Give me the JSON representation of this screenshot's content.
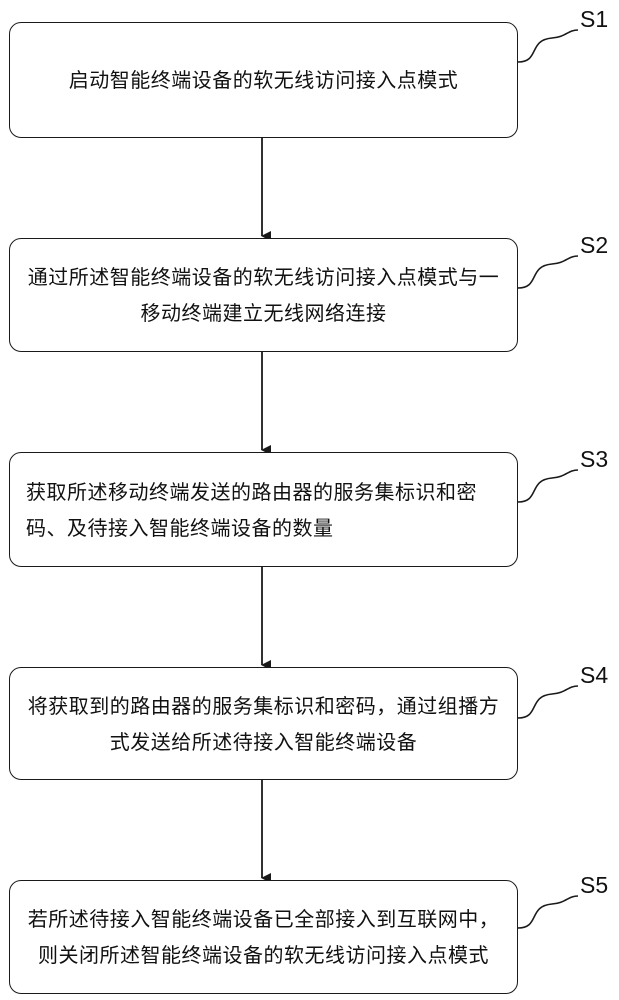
{
  "steps": [
    {
      "label": "S1",
      "text": "启动智能终端设备的软无线访问接入点模式"
    },
    {
      "label": "S2",
      "text": "通过所述智能终端设备的软无线访问接入点模式与一移动终端建立无线网络连接"
    },
    {
      "label": "S3",
      "text": "获取所述移动终端发送的路由器的服务集标识和密码、及待接入智能终端设备的数量"
    },
    {
      "label": "S4",
      "text": "将获取到的路由器的服务集标识和密码，通过组播方式发送给所述待接入智能终端设备"
    },
    {
      "label": "S5",
      "text": "若所述待接入智能终端设备已全部接入到互联网中，则关闭所述智能终端设备的软无线访问接入点模式"
    }
  ]
}
